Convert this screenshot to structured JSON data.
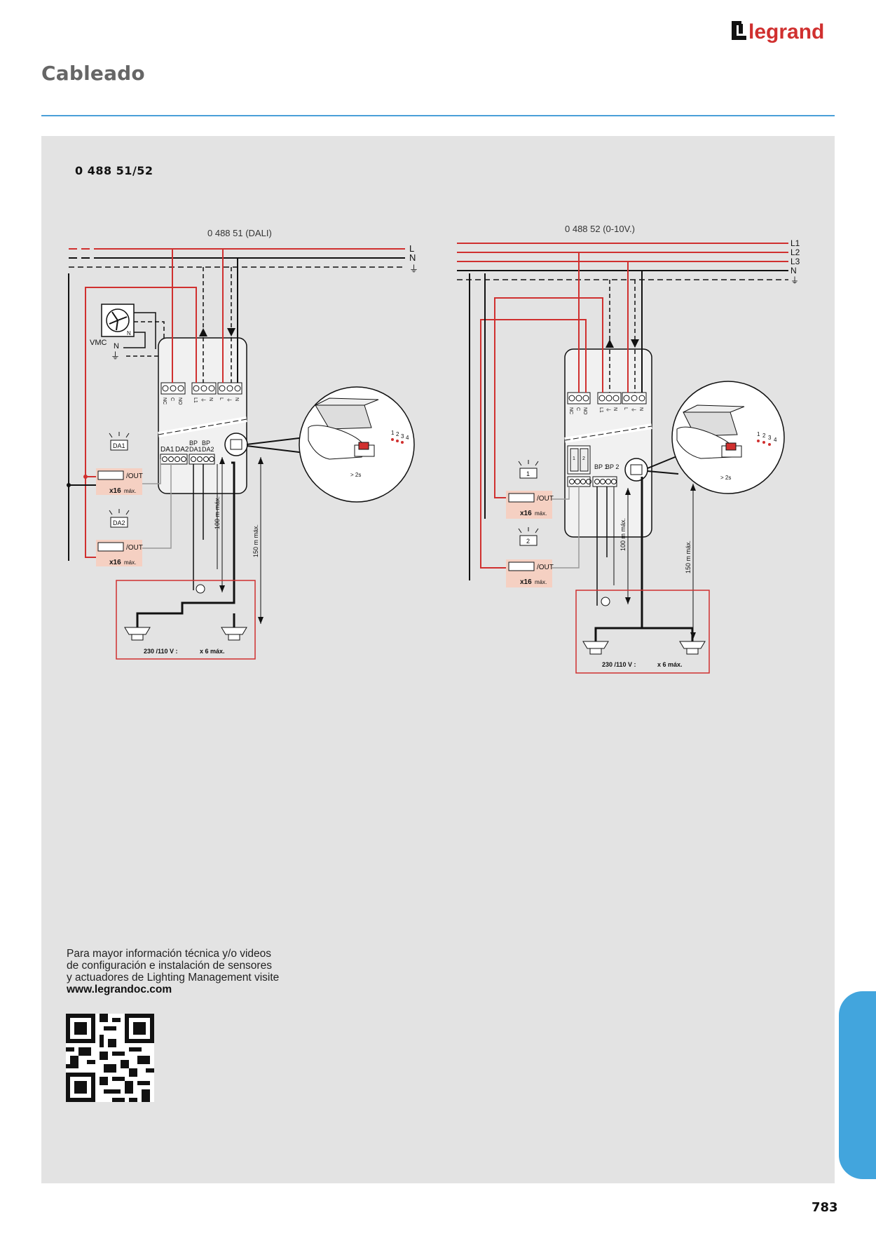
{
  "brand": {
    "name": "legrand"
  },
  "header": {
    "title": "Cableado"
  },
  "panel": {
    "reference": "0 488 51/52"
  },
  "diagram_left": {
    "title": "0 488 51 (DALI)",
    "lines": [
      "L",
      "N"
    ],
    "vmc_label": "VMC",
    "vmc_n": "N",
    "vmc_n_small": "N",
    "terminal_labels_top": [
      "NC",
      "C",
      "NO",
      "L1",
      "⏚",
      "N",
      "L",
      "⏚",
      "N"
    ],
    "bus_labels": [
      "DA1",
      "DA2",
      "BP DA1",
      "BP DA2"
    ],
    "dali1": "DA1",
    "dali2": "DA2",
    "out": "/OUT",
    "qty": "x16",
    "qty_unit": "máx.",
    "dist_100": "100 m máx.",
    "dist_150": "150 m máx.",
    "load_note": "230 /110 V :",
    "load_qty": "x 6 máx.",
    "button_numbers": [
      "1",
      "2",
      "3",
      "4"
    ],
    "timer": "> 2s"
  },
  "diagram_right": {
    "title": "0 488 52 (0-10V.)",
    "lines": [
      "L1",
      "L2",
      "L3",
      "N"
    ],
    "terminal_labels_top": [
      "NC",
      "C",
      "NO",
      "L1",
      "⏚",
      "N",
      "L",
      "⏚",
      "N"
    ],
    "bus_labels": [
      "BP 1",
      "BP 2"
    ],
    "ch1": "1",
    "ch2": "2",
    "out": "/OUT",
    "qty": "x16",
    "qty_unit": "máx.",
    "dist_100": "100 m máx.",
    "dist_150": "150 m máx.",
    "load_note": "230 /110 V :",
    "load_qty": "x 6 máx.",
    "button_numbers": [
      "1",
      "2",
      "3",
      "4"
    ],
    "timer": "> 2s"
  },
  "footer_info": {
    "line1": "Para mayor información técnica y/o  videos",
    "line2": "de configuración e instalación de sensores",
    "line3": "y actuadores de Lighting Management visite",
    "url": "www.legrandoc.com"
  },
  "page_number": "783",
  "colors": {
    "accent": "#4a9fd8",
    "red": "#d0302f",
    "tab": "#42a5dd",
    "panel": "#e3e3e3"
  }
}
